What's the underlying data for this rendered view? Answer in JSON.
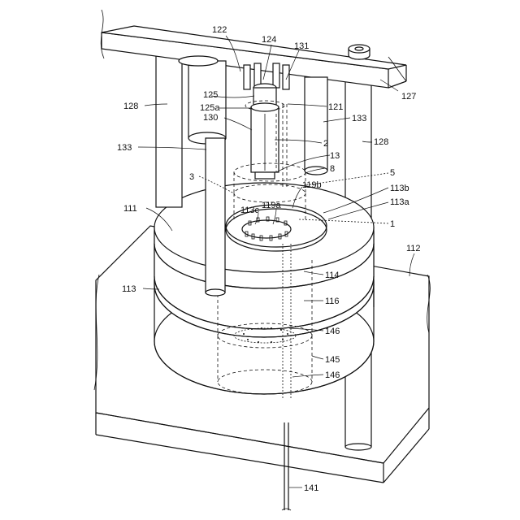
{
  "labels": [
    {
      "id": "122",
      "text": "122"
    },
    {
      "id": "124",
      "text": "124"
    },
    {
      "id": "131",
      "text": "131"
    },
    {
      "id": "127",
      "text": "127"
    },
    {
      "id": "128a",
      "text": "128"
    },
    {
      "id": "128b",
      "text": "128"
    },
    {
      "id": "125",
      "text": "125"
    },
    {
      "id": "125a",
      "text": "125a"
    },
    {
      "id": "121",
      "text": "121"
    },
    {
      "id": "130",
      "text": "130"
    },
    {
      "id": "133a",
      "text": "133"
    },
    {
      "id": "133b",
      "text": "133"
    },
    {
      "id": "2",
      "text": "2"
    },
    {
      "id": "13",
      "text": "13"
    },
    {
      "id": "8",
      "text": "8"
    },
    {
      "id": "3",
      "text": "3"
    },
    {
      "id": "5",
      "text": "5"
    },
    {
      "id": "119b",
      "text": "119b"
    },
    {
      "id": "113b",
      "text": "113b"
    },
    {
      "id": "113a",
      "text": "113a"
    },
    {
      "id": "111",
      "text": "111"
    },
    {
      "id": "113c",
      "text": "113c"
    },
    {
      "id": "119a",
      "text": "119a"
    },
    {
      "id": "1",
      "text": "1"
    },
    {
      "id": "112",
      "text": "112"
    },
    {
      "id": "113",
      "text": "113"
    },
    {
      "id": "114",
      "text": "114"
    },
    {
      "id": "116",
      "text": "116"
    },
    {
      "id": "146a",
      "text": "146"
    },
    {
      "id": "145",
      "text": "145"
    },
    {
      "id": "146b",
      "text": "146"
    },
    {
      "id": "141",
      "text": "141"
    }
  ]
}
